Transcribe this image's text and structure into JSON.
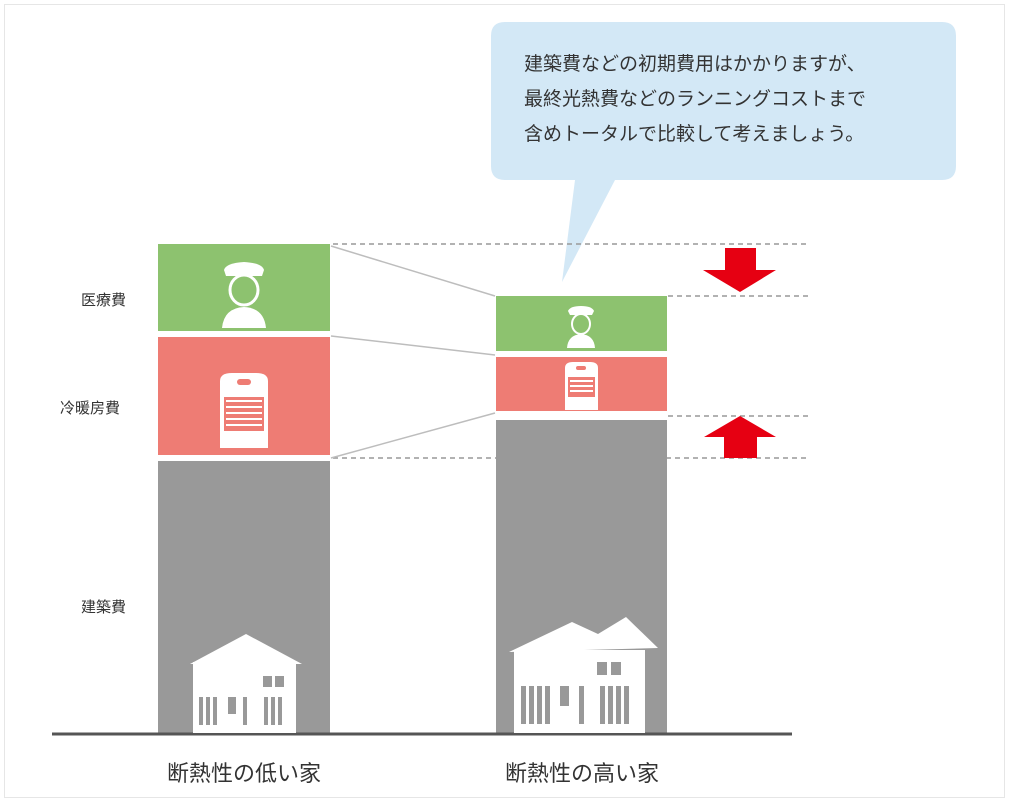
{
  "speech_bubble": {
    "lines": [
      "建築費などの初期費用はかかりますが、",
      "最終光熱費などのランニングコストまで",
      "含めトータルで比較して考えましょう。"
    ]
  },
  "categories": {
    "medical": "医療費",
    "heating": "冷暖房費",
    "construction": "建築費"
  },
  "houses": {
    "low": "断熱性の低い家",
    "high": "断熱性の高い家"
  },
  "colors": {
    "medical": "#8dc26f",
    "heating": "#ee7c74",
    "construction": "#999999",
    "arrow": "#e60012",
    "bubble": "#d3e8f6",
    "dashed": "#999999"
  },
  "arrows": {
    "medical": "down",
    "construction": "up"
  },
  "icons": {
    "medical": "doctor-icon",
    "heating": "heater-icon",
    "construction": "house-icon"
  }
}
